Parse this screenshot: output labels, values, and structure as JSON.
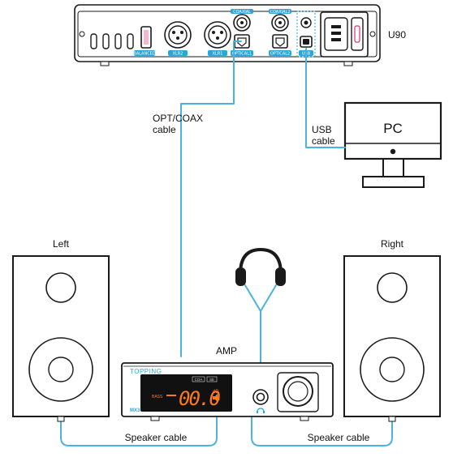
{
  "labels": {
    "u90": "U90",
    "pc": "PC",
    "opt_coax_line1": "OPT/COAX",
    "opt_coax_line2": "cable",
    "usb_line1": "USB",
    "usb_line2": "cable",
    "left": "Left",
    "right": "Right",
    "amp": "AMP",
    "speaker_cable_left": "Speaker cable",
    "speaker_cable_right": "Speaker cable"
  },
  "u90_panel": {
    "port_balanced": "BALANCED",
    "port_xlr1": "XLR2",
    "port_xlr2": "XLR1",
    "port_coax1": "COAXIAL",
    "port_coax2": "COAXIAL2",
    "port_opt1": "OPTICAL1",
    "port_opt2": "OPTICAL2",
    "port_usb": "USB"
  },
  "amp_panel": {
    "brand": "TOPPING",
    "model": "MX3",
    "badge_coa": "COA",
    "badge_se": "SE",
    "mode": "BASS",
    "digits": "00.0",
    "unit": "dB"
  },
  "colors": {
    "cable": "#4bb4dc",
    "outline": "#1a1a1a",
    "display_bg": "#111111",
    "display_text": "#ff7a1a"
  }
}
